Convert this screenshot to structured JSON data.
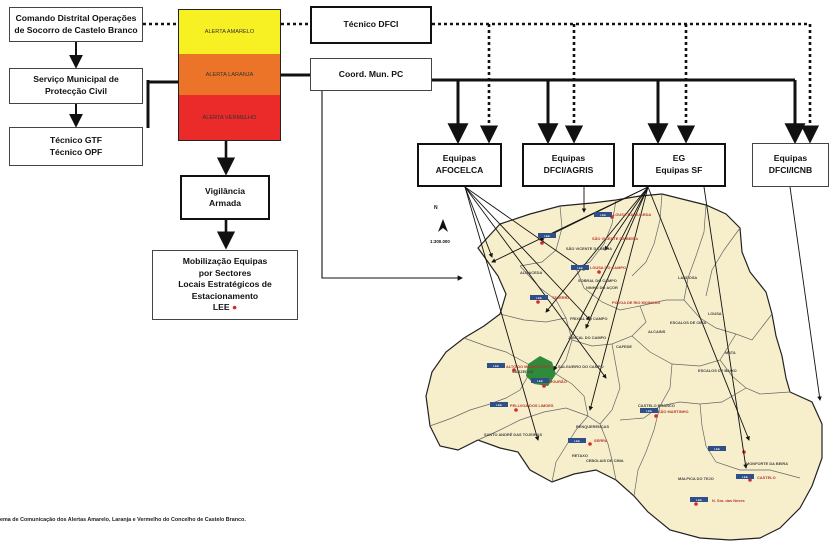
{
  "boxes": {
    "comando": "Comando Distrital Operações\nde Socorro de Castelo Branco",
    "servico": "Serviço Municipal de\nProtecção Civil",
    "tecnico_gtf": "Técnico GTF\nTécnico OPF",
    "tecnico_dfci": "Técnico DFCI",
    "coord": "Coord. Mun. PC",
    "vigilancia": "Vigilância\nArmada",
    "mobilizacao": "Mobilização Equipas\npor Sectores\nLocais Estratégicos de\nEstacionamento",
    "mobilizacao_lee": "LEE",
    "lee_dot": "●",
    "afocelca": "Equipas\nAFOCELCA",
    "agris": "Equipas\nDFCI/AGRIS",
    "eg": "EG\nEquipas SF",
    "icnb": "Equipas\nDFCI/ICNB"
  },
  "alerts": {
    "amarelo": "ALERTA AMARELO",
    "laranja": "ALERTA LARANJA",
    "vermelho": "ALERTA VERMELHO"
  },
  "colors": {
    "amarelo": "#f7f022",
    "laranja": "#ec7428",
    "vermelho": "#ea2b2a",
    "map_fill": "#f7efcb",
    "green_patch": "#2f8a3a",
    "lee_tag": "#2f4f88"
  },
  "map": {
    "north_label": "N",
    "scale_label": "1:300.000",
    "lee_tag_text": "LEE",
    "labels": [
      "SÃO VICENTE DA BEIRA",
      "ALMACEDA",
      "SOBRAL DO CAMPO",
      "NINHO DO AÇOR",
      "FRIXIAL DO CAMPO",
      "LARDOSA",
      "LOUSA",
      "ESCALOS DE CIMA",
      "ALCAINS",
      "MATA",
      "ESCALOS DE BAIXO",
      "JUNCAL DO CAMPO",
      "CAFEDE",
      "SARZEDAS",
      "SALGUEIRO DO CAMPO",
      "CASTELO BRANCO",
      "BENQUERENÇAS",
      "CEBOLAIS DE CIMA",
      "RETAXO",
      "MALPICA DO TEJO",
      "MONFORTE DA BEIRA",
      "SANTO ANDRÉ DAS TOJEIRAS"
    ],
    "red_labels": [
      "LOUSA DA GUARDA",
      "SÃO VICENTE DA BEIRA",
      "PÓVOA DE RIO MOINHOS",
      "LOUSA DO CAMPO",
      "ALTO DO MARMELEIRO",
      "TAVERRA",
      "MOURÃO",
      "PELLVOA DOS LIMOES",
      "SÃO MARTINHO",
      "SERRA",
      "CASTELO",
      "N. Sra. das Neves"
    ]
  },
  "caption": "ema de Comunicação dos Alertas Amarelo, Laranja e Vermelho do Concelho de Castelo Branco."
}
